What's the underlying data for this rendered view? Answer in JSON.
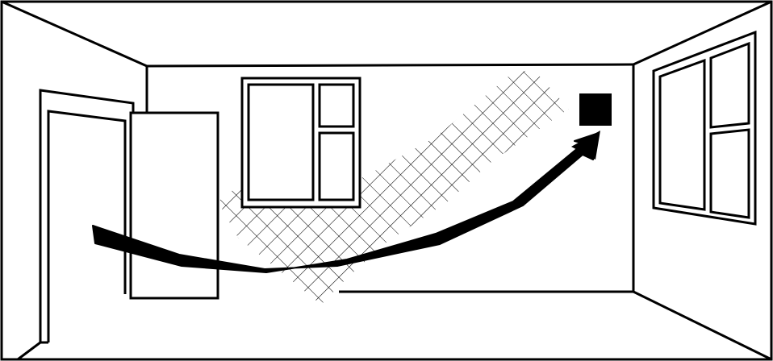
{
  "diagram": {
    "type": "room-perspective-line-drawing",
    "stroke_color": "#000000",
    "background_color": "#ffffff",
    "elements": [
      "room-outline",
      "door",
      "door-leaf",
      "back-window",
      "side-window",
      "hatched-coverage-band",
      "curved-arrow",
      "target-square"
    ],
    "labels": []
  }
}
